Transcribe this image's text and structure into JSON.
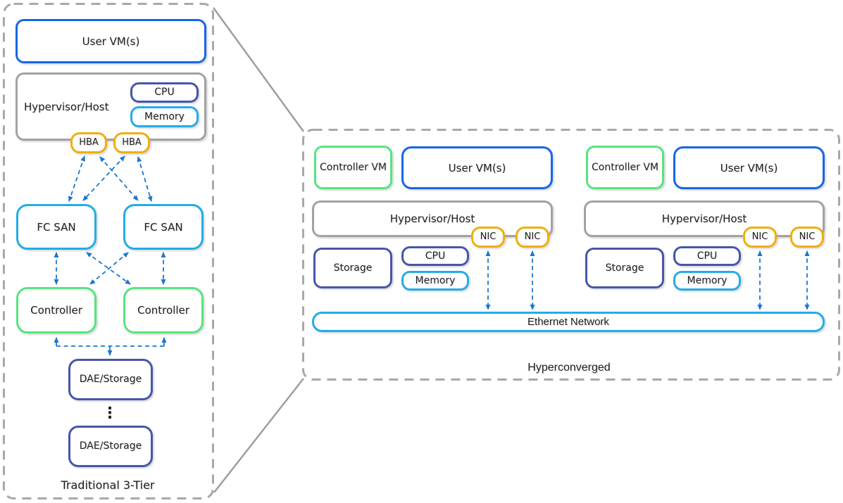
{
  "colors": {
    "blue": "#1666E8",
    "cyan": "#22ACE8",
    "green": "#55E57E",
    "orange": "#F0AE0C",
    "indigo": "#4656AA",
    "gray": "#A2A2A2",
    "frame": "#A8A8A8",
    "arrow": "#1B76D2"
  },
  "left_panel": {
    "caption": "Traditional 3-Tier",
    "user_vm": "User VM(s)",
    "hypervisor": "Hypervisor/Host",
    "cpu": "CPU",
    "memory": "Memory",
    "hba": [
      "HBA",
      "HBA"
    ],
    "fc_san": [
      "FC SAN",
      "FC SAN"
    ],
    "controllers": [
      "Controller",
      "Controller"
    ],
    "dae_storage": [
      "DAE/Storage",
      "DAE/Storage"
    ],
    "ellipsis": "⋮"
  },
  "right_panel": {
    "caption": "Hyperconverged",
    "ethernet": "Ethernet Network",
    "nodes": [
      {
        "controller_vm": "Controller VM",
        "user_vm": "User VM(s)",
        "hypervisor": "Hypervisor/Host",
        "storage": "Storage",
        "cpu": "CPU",
        "memory": "Memory",
        "nics": [
          "NIC",
          "NIC"
        ]
      },
      {
        "controller_vm": "Controller VM",
        "user_vm": "User VM(s)",
        "hypervisor": "Hypervisor/Host",
        "storage": "Storage",
        "cpu": "CPU",
        "memory": "Memory",
        "nics": [
          "NIC",
          "NIC"
        ]
      }
    ]
  }
}
